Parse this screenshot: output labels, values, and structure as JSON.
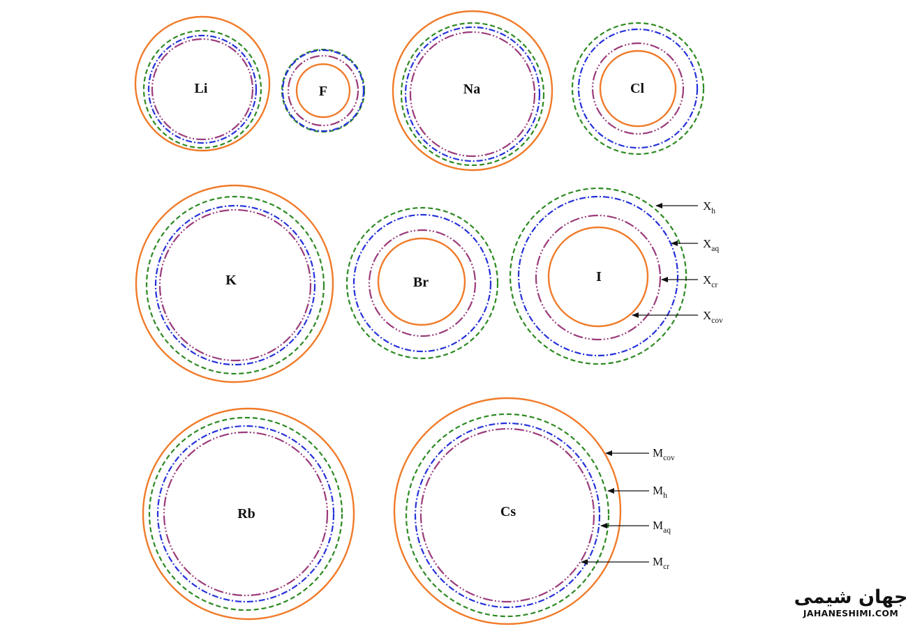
{
  "colors": {
    "cov": "#f07b2a",
    "h": "#2c8a22",
    "aq": "#2531d8",
    "cr": "#9a3b7a"
  },
  "ions": [
    {
      "symbol": "Li"
    },
    {
      "symbol": "F"
    },
    {
      "symbol": "Na"
    },
    {
      "symbol": "Cl"
    },
    {
      "symbol": "K"
    },
    {
      "symbol": "Br"
    },
    {
      "symbol": "I"
    },
    {
      "symbol": "Rb"
    },
    {
      "symbol": "Cs"
    }
  ],
  "legend_anion": [
    {
      "main": "X",
      "sub": "h"
    },
    {
      "main": "X",
      "sub": "aq"
    },
    {
      "main": "X",
      "sub": "cr"
    },
    {
      "main": "X",
      "sub": "cov"
    }
  ],
  "legend_cation": [
    {
      "main": "M",
      "sub": "cov"
    },
    {
      "main": "M",
      "sub": "h"
    },
    {
      "main": "M",
      "sub": "aq"
    },
    {
      "main": "M",
      "sub": "cr"
    }
  ],
  "watermark": {
    "title": "جهان شیمی",
    "url": "JAHANESHIMI.COM"
  }
}
